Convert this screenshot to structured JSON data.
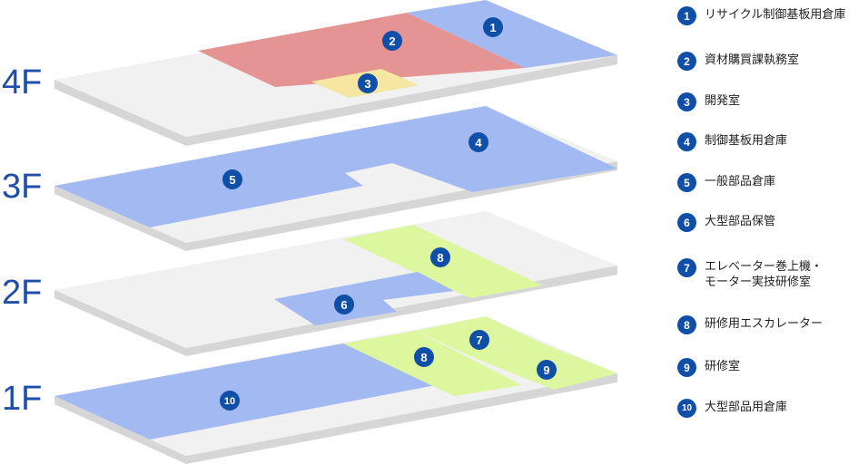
{
  "floors": [
    {
      "label": "4F"
    },
    {
      "label": "3F"
    },
    {
      "label": "2F"
    },
    {
      "label": "1F"
    }
  ],
  "colors": {
    "slab_top": "#f2f1f2",
    "slab_side": "#d6d6d6",
    "blue": "#a3b9f1",
    "red": "#e59494",
    "yellow": "#f5e6a1",
    "green": "#dcf79d",
    "badge": "#0f4fa8",
    "label": "#1f4ea8"
  },
  "badges": [
    "1",
    "2",
    "3",
    "4",
    "5",
    "6",
    "8",
    "10",
    "8",
    "7",
    "9"
  ],
  "legend": [
    {
      "num": "1",
      "text": "リサイクル制御基板用倉庫"
    },
    {
      "num": "2",
      "text": "資材購買課執務室"
    },
    {
      "num": "3",
      "text": "開発室"
    },
    {
      "num": "4",
      "text": "制御基板用倉庫"
    },
    {
      "num": "5",
      "text": "一般部品倉庫"
    },
    {
      "num": "6",
      "text": "大型部品保管"
    },
    {
      "num": "7",
      "text": "エレベーター巻上機・\nモーター実技研修室"
    },
    {
      "num": "8",
      "text": "研修用エスカレーター"
    },
    {
      "num": "9",
      "text": "研修室"
    },
    {
      "num": "10",
      "text": "大型部品用倉庫"
    }
  ]
}
